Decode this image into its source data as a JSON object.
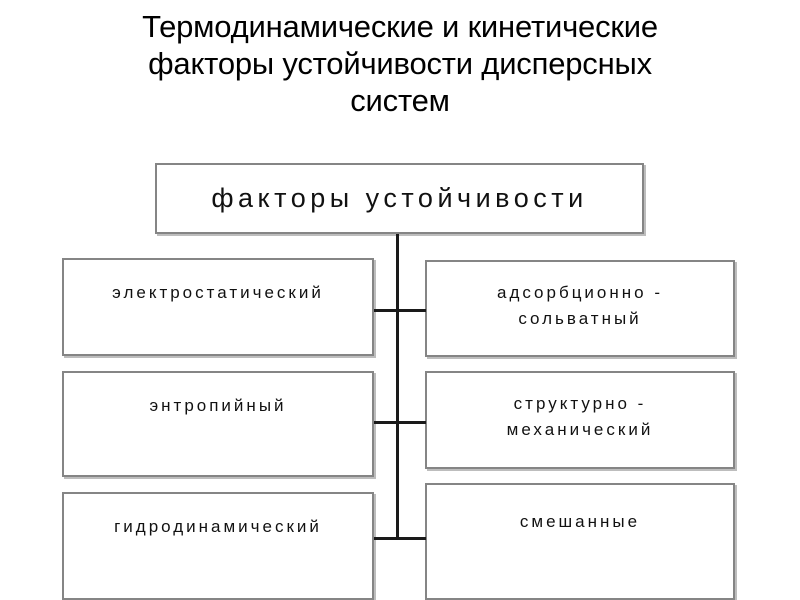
{
  "slide": {
    "title": "Термодинамические и кинетические\nфакторы устойчивости дисперсных\nсистем",
    "background_color": "#ffffff",
    "text_color": "#000000"
  },
  "diagram": {
    "type": "hierarchy",
    "box_border_color": "#858585",
    "box_shadow_color": "#bdbdbd",
    "box_fill_color": "#ffffff",
    "connector_color": "#1a1a1a",
    "root": {
      "label": "факторы устойчивости"
    },
    "left_column": [
      {
        "label": "электростатический"
      },
      {
        "label": "энтропийный"
      },
      {
        "label": "гидродинамический"
      }
    ],
    "right_column": [
      {
        "label": "адсорбционно -\nсольватный"
      },
      {
        "label": "структурно -\nмеханический"
      },
      {
        "label": "смешанные"
      }
    ]
  }
}
